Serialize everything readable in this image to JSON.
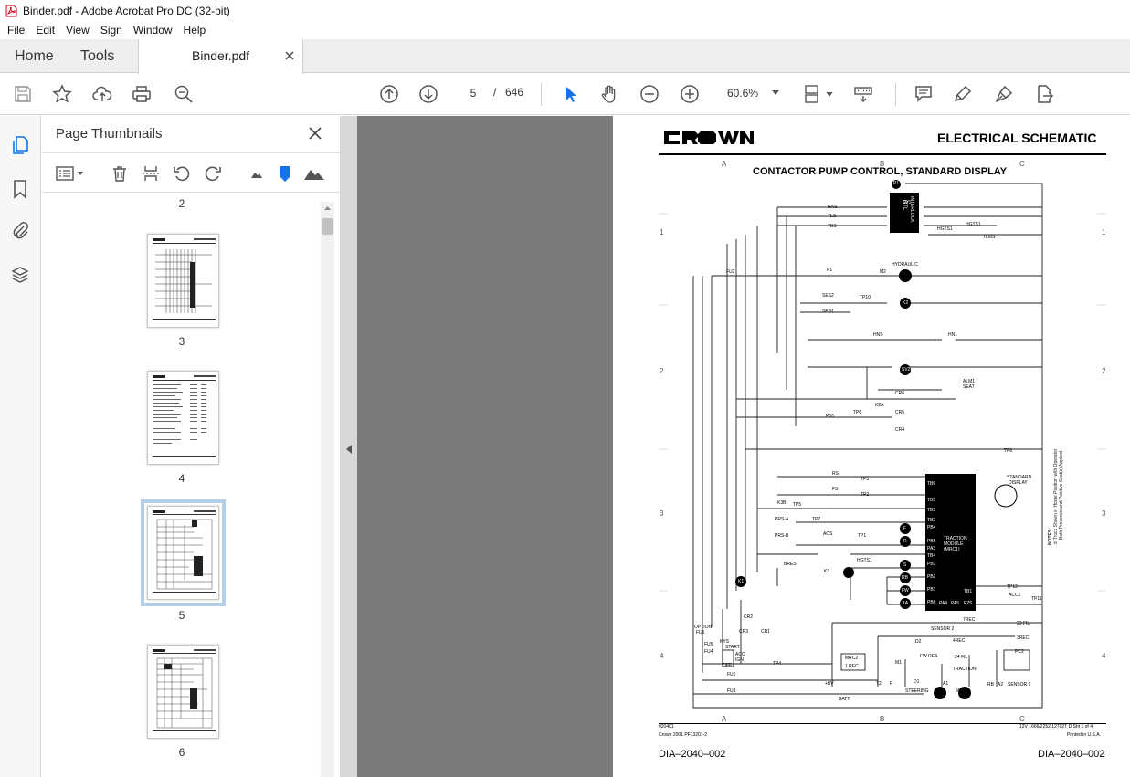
{
  "window": {
    "title": "Binder.pdf - Adobe Acrobat Pro DC (32-bit)"
  },
  "menu": [
    "File",
    "Edit",
    "View",
    "Sign",
    "Window",
    "Help"
  ],
  "tabs": {
    "home": "Home",
    "tools": "Tools",
    "document": "Binder.pdf"
  },
  "toolbar": {
    "current_page": "5",
    "page_separator": "/",
    "total_pages": "646",
    "zoom": "60.6%"
  },
  "thumbnails_panel": {
    "title": "Page Thumbnails",
    "pages": [
      {
        "label": "2"
      },
      {
        "label": "3"
      },
      {
        "label": "4"
      },
      {
        "label": "5",
        "selected": true
      },
      {
        "label": "6"
      }
    ]
  },
  "document_page": {
    "brand": "CROWN",
    "header": "ELECTRICAL SCHEMATIC",
    "subtitle": "CONTACTOR PUMP CONTROL, STANDARD DISPLAY",
    "zone_letters": [
      "A",
      "B",
      "C"
    ],
    "zone_numbers": [
      "1",
      "2",
      "3",
      "4"
    ],
    "labels": {
      "p1": "P1",
      "rtl": "RTL",
      "interlock": "INTERLOCK",
      "sv1": "SV1",
      "ras": "RAS",
      "tls": "TLS",
      "tbs": "TBS",
      "hgts1_a": "HGTS1",
      "hgts1_b": "HGTS1",
      "tlms": "TLMS",
      "fu2": "FU2",
      "p1b": "P1",
      "m2": "M2",
      "hydraulic": "HYDRAULIC",
      "ses2": "SES2",
      "tp10": "TP10",
      "ses1": "SES1",
      "k2": "K2",
      "hns": "HNS",
      "hn1": "HN1",
      "sv2": "SV2",
      "alm1": "ALM1",
      "seat": "SEAT",
      "cr6": "CR6",
      "k2a": "K2A",
      "ps1": "PS1",
      "tp6": "TP6",
      "cr5": "CR5",
      "cr4": "CR4",
      "tp6b": "TP6",
      "rs": "RS",
      "tp3": "TP3",
      "fs": "FS",
      "tp2": "TP2",
      "tb6": "TB6",
      "tb5": "TB5",
      "tb3": "TB3",
      "tb2": "TB2",
      "pb4": "PB4",
      "pb5": "PB5",
      "pa3": "PA3",
      "tb4": "TB4",
      "pb3": "PB3",
      "pb2": "PB2",
      "pb1": "PB1",
      "pb6": "PB6",
      "traction": "TRACTION",
      "module": "MODULE",
      "mrc1": "(MRC1)",
      "standard_display": "STANDARD",
      "display": "DISPLAY",
      "k3b": "K3B",
      "tp5": "TP5",
      "prs_a": "PRS-A",
      "tp7": "TP7",
      "prs_b": "PRS-B",
      "acs": "ACS",
      "tp1": "TP1",
      "bres": "BRES",
      "k3": "K3",
      "hgts1_c": "HGTS1",
      "f": "F",
      "r": "R",
      "s": "S",
      "rb": "RB",
      "fw": "FW",
      "a1": "1A",
      "tp12": "TP12",
      "tb1": "TB1",
      "acc1": "ACC1",
      "pz6": "PZ6",
      "tp11": "TP11",
      "pa4": "PA4",
      "pa5": "PA5",
      "k1": "K1",
      "cr2": "CR2",
      "cr3": "CR3",
      "cr1": "CR1",
      "tp4": "TP4",
      "option": "OPTION",
      "fu6": "FU6",
      "fu5": "FU5",
      "fu4": "FU4",
      "kys": "KYS",
      "start": "START",
      "acc_ign": "ACC",
      "ign": "IGN",
      "off": "OFF",
      "sensor2": "SENSOR 2",
      "frec": "7REC",
      "fl23": "23 FIL",
      "rec3": "3REC",
      "rec4": "4REC",
      "fil24": "24 FIL",
      "m1": "M1",
      "mrc2": "MRC2",
      "m1rec": "1 REC",
      "fw_res": "FW RES",
      "d1": "D1",
      "d2": "D2",
      "traction_m": "TRACTION",
      "steering": "STEERING",
      "m3": "M3",
      "fu1": "FU1",
      "fu3": "FU3",
      "batt": "BATT",
      "sensor1": "SENSOR 1",
      "pc2": "PC2",
      "rb2": "RB",
      "a2": "A2",
      "b_pos": "+BV",
      "t2": "T2",
      "f_neg": "F",
      "a1b": "A1",
      "notes": "NOTES:",
      "note1": "① Truck Shown in Home Position with Operator",
      "note2": "Both Presence and Positive Seat(s) Applied",
      "code_left": "020401",
      "code_right": "12V 1666/2252   12702T D Sht 1 of 4",
      "copyright": "Crown 2001 PF13201-2",
      "printed": "Printed in U.S.A.",
      "dia_left": "DIA–2040–002",
      "dia_right": "DIA–2040–002"
    }
  }
}
